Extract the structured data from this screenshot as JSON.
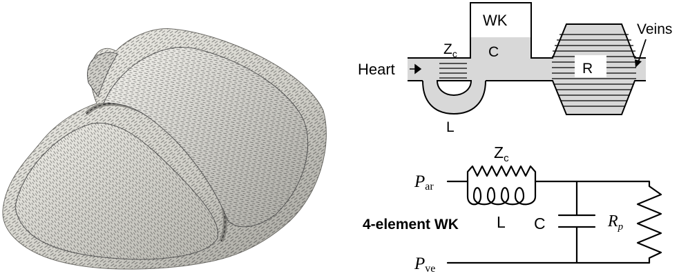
{
  "heart_model": {
    "description_icon": "heart-ventricles-fiber-mesh-icon"
  },
  "windkessel_analogy": {
    "labels": {
      "heart": "Heart",
      "veins": "Veins",
      "wk": "WK",
      "zc": "Z",
      "zc_sub": "c",
      "c": "C",
      "r": "R",
      "l": "L"
    }
  },
  "circuit": {
    "title": "4-element WK",
    "p_ar": "P",
    "p_ar_sub": "ar",
    "p_ve": "P",
    "p_ve_sub": "ve",
    "zc": "Z",
    "zc_sub": "c",
    "l": "L",
    "c": "C",
    "rp": "R",
    "rp_sub": "p"
  },
  "colors": {
    "tube_fill": "#d8d8d8",
    "heart_light": "#ecebe4",
    "heart_mid": "#c9c8c1",
    "heart_dark": "#8d8c86",
    "ink": "#000000"
  }
}
